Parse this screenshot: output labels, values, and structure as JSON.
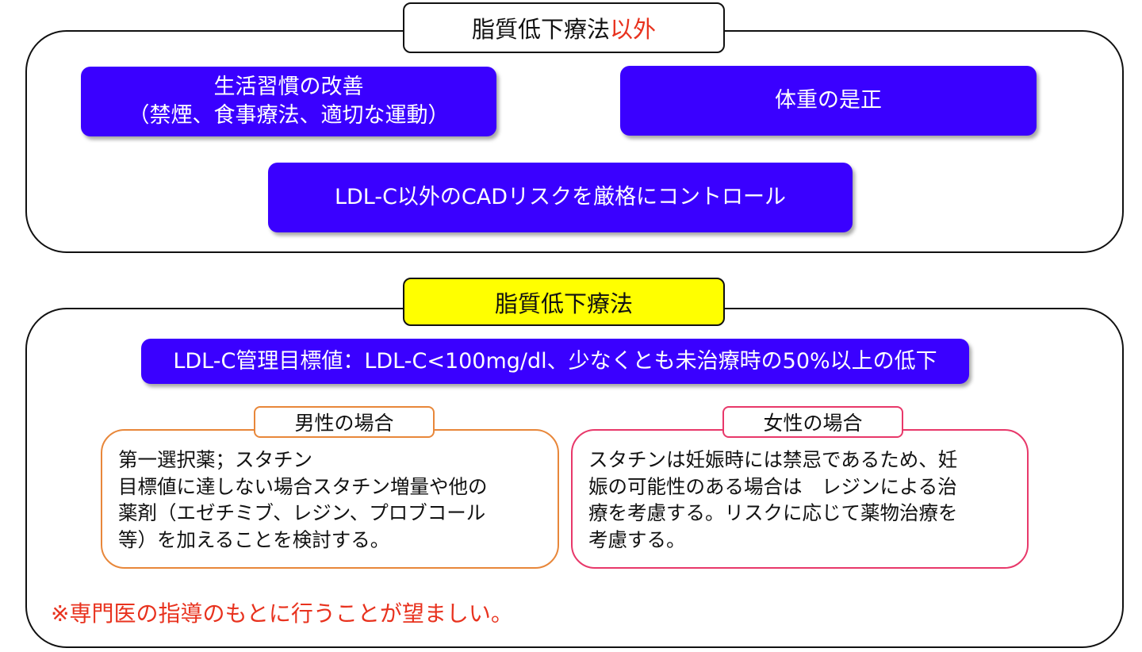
{
  "section1": {
    "title_main": "脂質低下療法",
    "title_highlight": "以外",
    "box_lifestyle": {
      "line1": "生活習慣の改善",
      "line2": "（禁煙、食事療法、適切な運動）"
    },
    "box_weight": "体重の是正",
    "box_risk": "LDL-C以外のCADリスクを厳格にコントロール"
  },
  "section2": {
    "title": "脂質低下療法",
    "target": "LDL-C管理目標値：LDL-C<100mg/dl、少なくとも未治療時の50%以上の低下",
    "men": {
      "label": "男性の場合",
      "lines": [
        "第一選択薬；スタチン",
        "目標値に達しない場合スタチン増量や他の",
        "薬剤（エゼチミブ、レジン、プロブコール",
        "等）を加えることを検討する。"
      ]
    },
    "women": {
      "label": "女性の場合",
      "lines": [
        "スタチンは妊娠時には禁忌であるため、妊",
        "娠の可能性のある場合は　レジンによる治",
        "療を考慮する。リスクに応じて薬物治療を",
        "考慮する。"
      ]
    },
    "note": "※専門医の指導のもとに行うことが望ましい。"
  },
  "colors": {
    "blue": "#3a00ff",
    "yellow": "#ffff00",
    "orange": "#e8873a",
    "pink": "#e8386a",
    "red": "#e8321e"
  }
}
